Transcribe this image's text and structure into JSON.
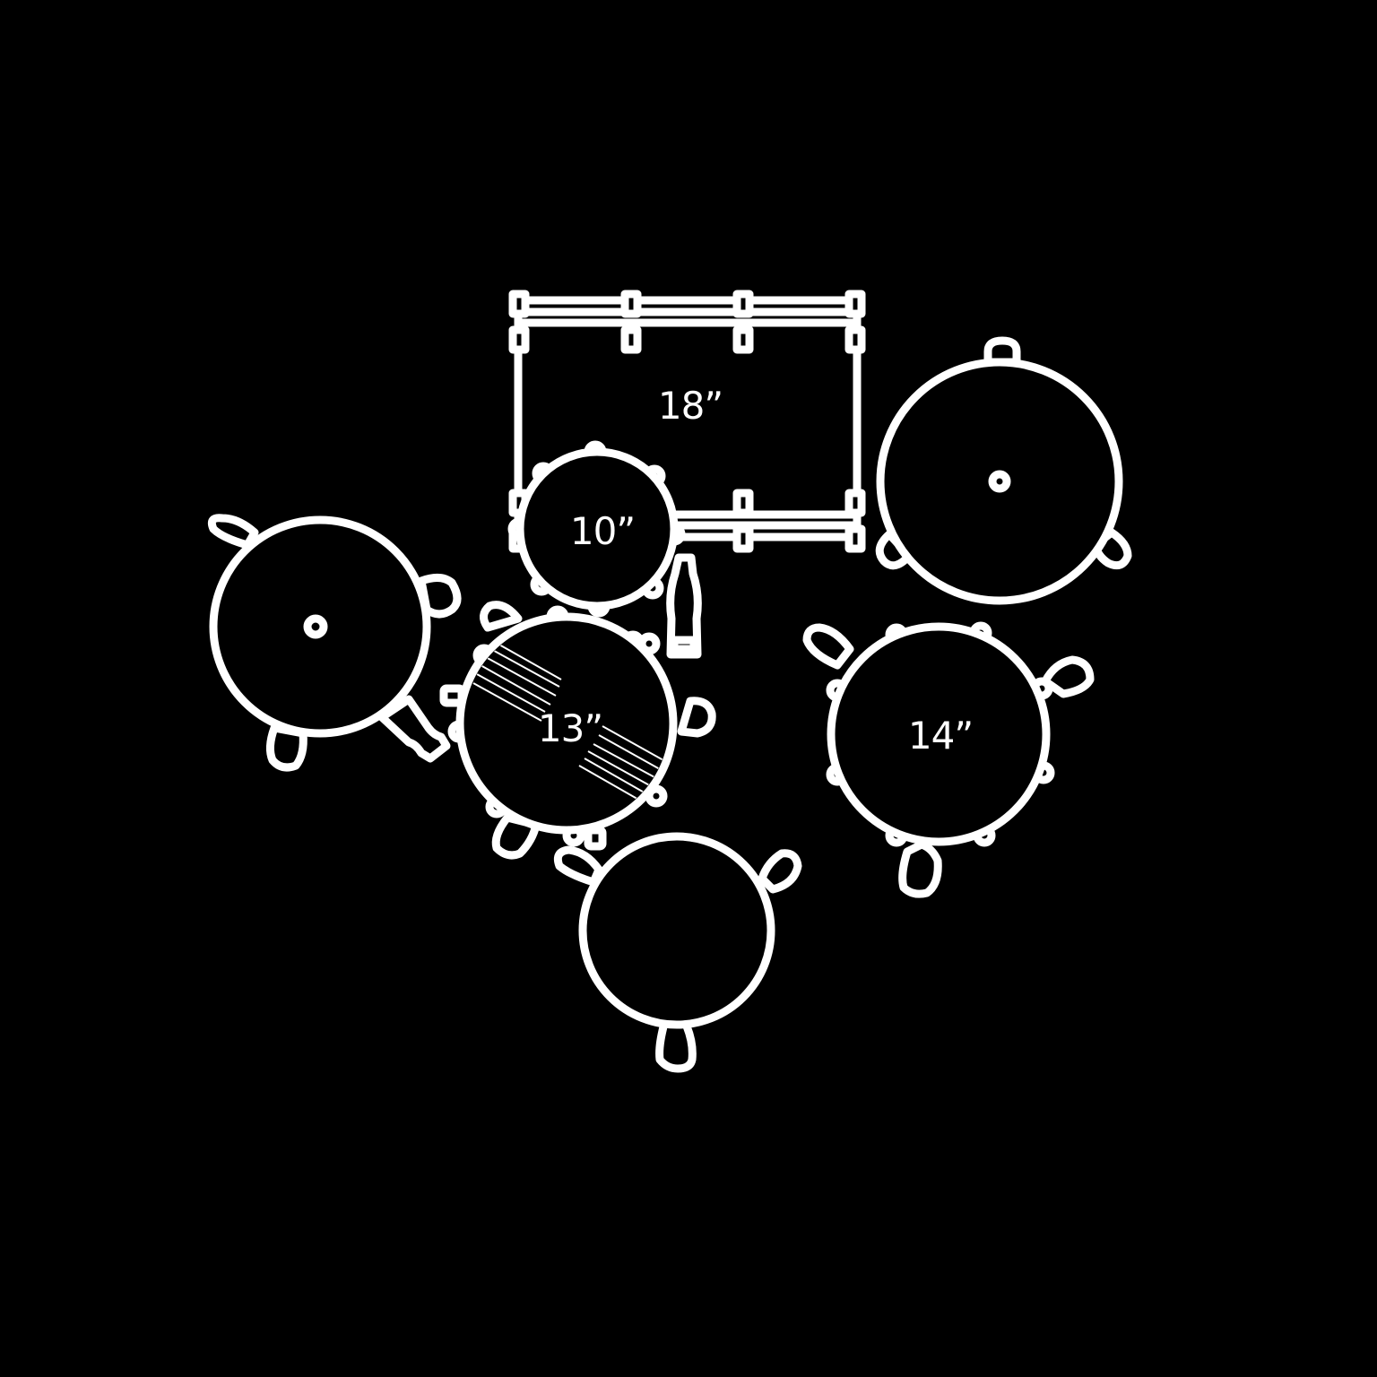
{
  "colors": {
    "background": "#000000",
    "line": "#ffffff"
  },
  "labels": {
    "bass_drum": "18”",
    "rack_tom": "10”",
    "snare": "13”",
    "floor_tom": "14”"
  },
  "elements": [
    "bass-drum",
    "rack-tom",
    "snare-drum",
    "floor-tom",
    "hi-hat-cymbal",
    "ride-cymbal",
    "throne",
    "bass-drum-pedal",
    "hi-hat-pedal"
  ]
}
